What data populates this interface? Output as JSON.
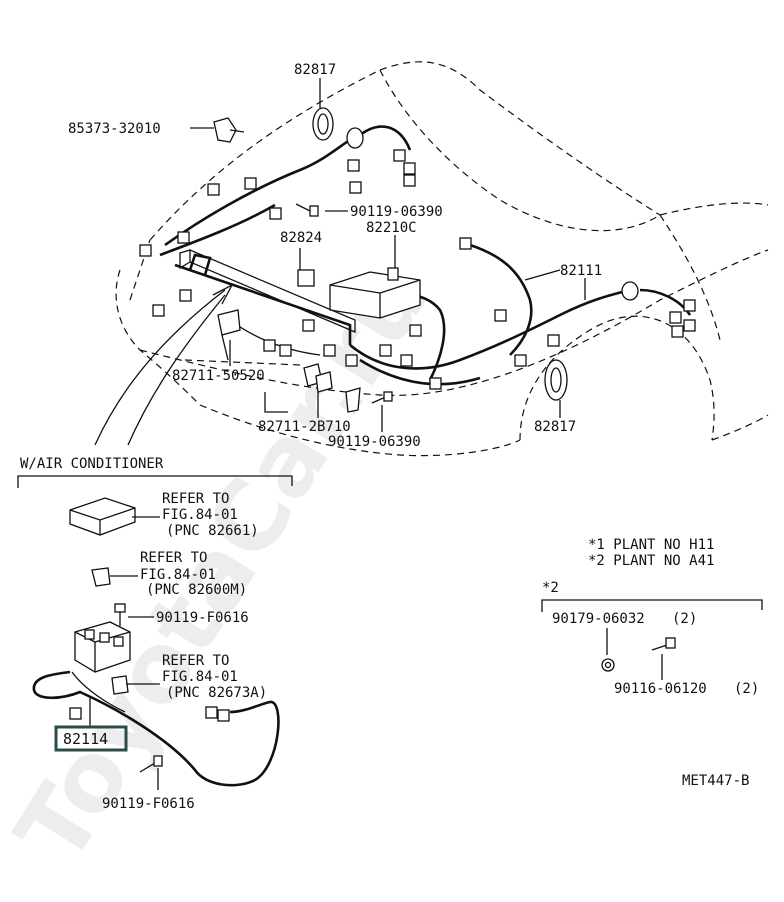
{
  "watermark": "ToyotaCar.ru",
  "figure_code": "MET447-B",
  "sections": {
    "air_conditioner": "W/AIR CONDITIONER"
  },
  "legend": {
    "line1": "*1 PLANT NO H11",
    "line2": "*2 PLANT NO A41",
    "group2": "*2"
  },
  "labels": {
    "p82817_top": "82817",
    "p85373": "85373-32010",
    "p90119_06390_a": "90119-06390",
    "p82824": "82824",
    "p82210c": "82210C",
    "p82111": "82111",
    "p82711_50520": "82711-50520",
    "p82711_2b710": "82711-2B710",
    "p90119_06390_b": "90119-06390",
    "p82817_right": "82817",
    "refer1_a": "REFER TO",
    "refer1_b": "FIG.84-01",
    "refer1_c": "(PNC 82661)",
    "refer2_a": "REFER TO",
    "refer2_b": "FIG.84-01",
    "refer2_c": "(PNC 82600M)",
    "p90119_f0616_a": "90119-F0616",
    "refer3_a": "REFER TO",
    "refer3_b": "FIG.84-01",
    "refer3_c": "(PNC 82673A)",
    "p82114": "82114",
    "p90119_f0616_b": "90119-F0616",
    "p90179": "90179-06032",
    "p90179_qty": "(2)",
    "p90116": "90116-06120",
    "p90116_qty": "(2)"
  }
}
